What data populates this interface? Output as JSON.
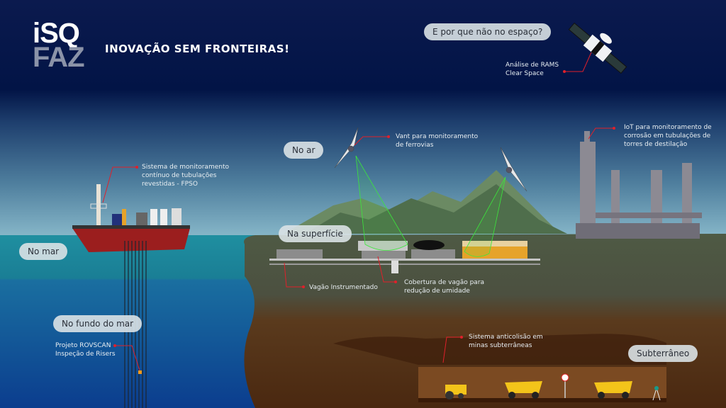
{
  "logo": {
    "line1": "iSQ",
    "line2": "FAZ"
  },
  "title": "INOVAÇÃO SEM FRONTEIRAS!",
  "zones": {
    "space": "E por que não no espaço?",
    "air": "No ar",
    "surface": "Na superfície",
    "sea": "No mar",
    "seabed": "No fundo do mar",
    "underground": "Subterrâneo"
  },
  "captions": {
    "rams": [
      "Análise de RAMS",
      "Clear Space"
    ],
    "iot": [
      "IoT para monitoramento de",
      "corrosão em tubulações de",
      "torres de destilação"
    ],
    "vant": [
      "Vant para monitoramento",
      "de ferrovias"
    ],
    "fpso": [
      "Sistema de monitoramento",
      "contínuo de tubulações",
      "revestidas - FPSO"
    ],
    "rovscan": [
      "Projeto ROVSCAN",
      "Inspeção de Risers"
    ],
    "vagao": [
      "Vagão Instrumentado"
    ],
    "cobertura": [
      "Cobertura de vagão para",
      "redução de umidade"
    ],
    "mina": [
      "Sistema anticolisão em",
      "minas subterrâneas"
    ]
  },
  "colors": {
    "pointer": "#e0202a",
    "sky_top": "#02164a",
    "sky_bottom": "#8fbfcf",
    "sea": "#1c7f96",
    "land": "#4b5842",
    "underground": "#5b3317"
  }
}
